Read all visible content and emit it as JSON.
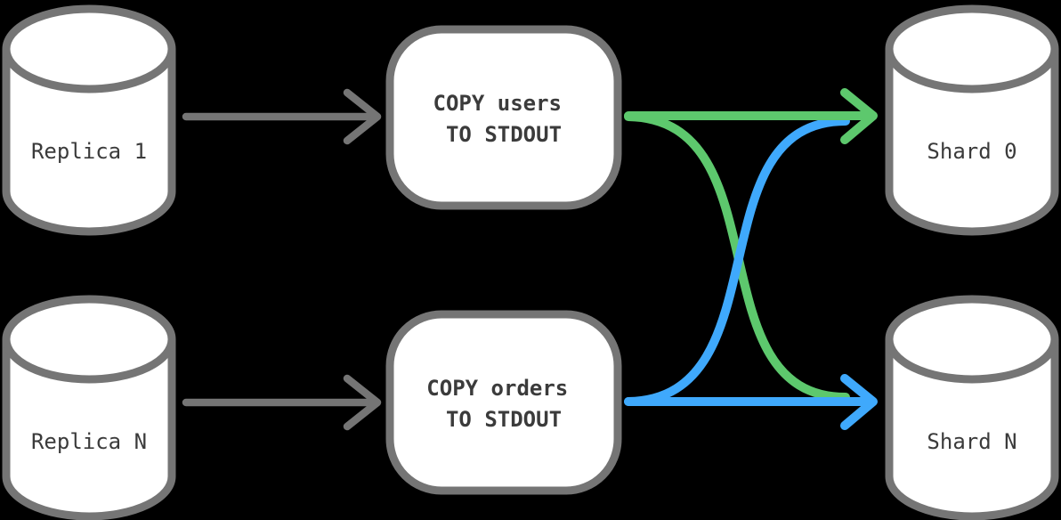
{
  "diagram": {
    "background": "#000000",
    "colors": {
      "background": "#000000",
      "node_fill": "#ffffff",
      "node_stroke": "#757575",
      "text": "#3b3b3b",
      "arrow_gray": "#757575",
      "arrow_green": "#5dc86d",
      "arrow_blue": "#3fa9fc"
    },
    "nodes": {
      "replicas": [
        {
          "label": "Replica 1",
          "icon": "database-cylinder-icon"
        },
        {
          "label": "Replica N",
          "icon": "database-cylinder-icon"
        }
      ],
      "operations": [
        {
          "line1": "COPY users",
          "line2": "TO STDOUT"
        },
        {
          "line1": "COPY orders",
          "line2": "TO STDOUT"
        }
      ],
      "shards": [
        {
          "label": "Shard 0",
          "icon": "database-cylinder-icon"
        },
        {
          "label": "Shard N",
          "icon": "database-cylinder-icon"
        }
      ]
    },
    "edges": [
      {
        "from": "Replica 1",
        "to": "COPY users TO STDOUT",
        "style": "straight",
        "color_key": "arrow_gray"
      },
      {
        "from": "Replica N",
        "to": "COPY orders TO STDOUT",
        "style": "straight",
        "color_key": "arrow_gray"
      },
      {
        "from": "COPY users TO STDOUT",
        "to": "Shard 0",
        "style": "straight",
        "color_key": "arrow_green"
      },
      {
        "from": "COPY users TO STDOUT",
        "to": "Shard N",
        "style": "curved-cross",
        "color_key": "arrow_green"
      },
      {
        "from": "COPY orders TO STDOUT",
        "to": "Shard 0",
        "style": "curved-cross",
        "color_key": "arrow_blue"
      },
      {
        "from": "COPY orders TO STDOUT",
        "to": "Shard N",
        "style": "straight",
        "color_key": "arrow_blue"
      }
    ]
  }
}
